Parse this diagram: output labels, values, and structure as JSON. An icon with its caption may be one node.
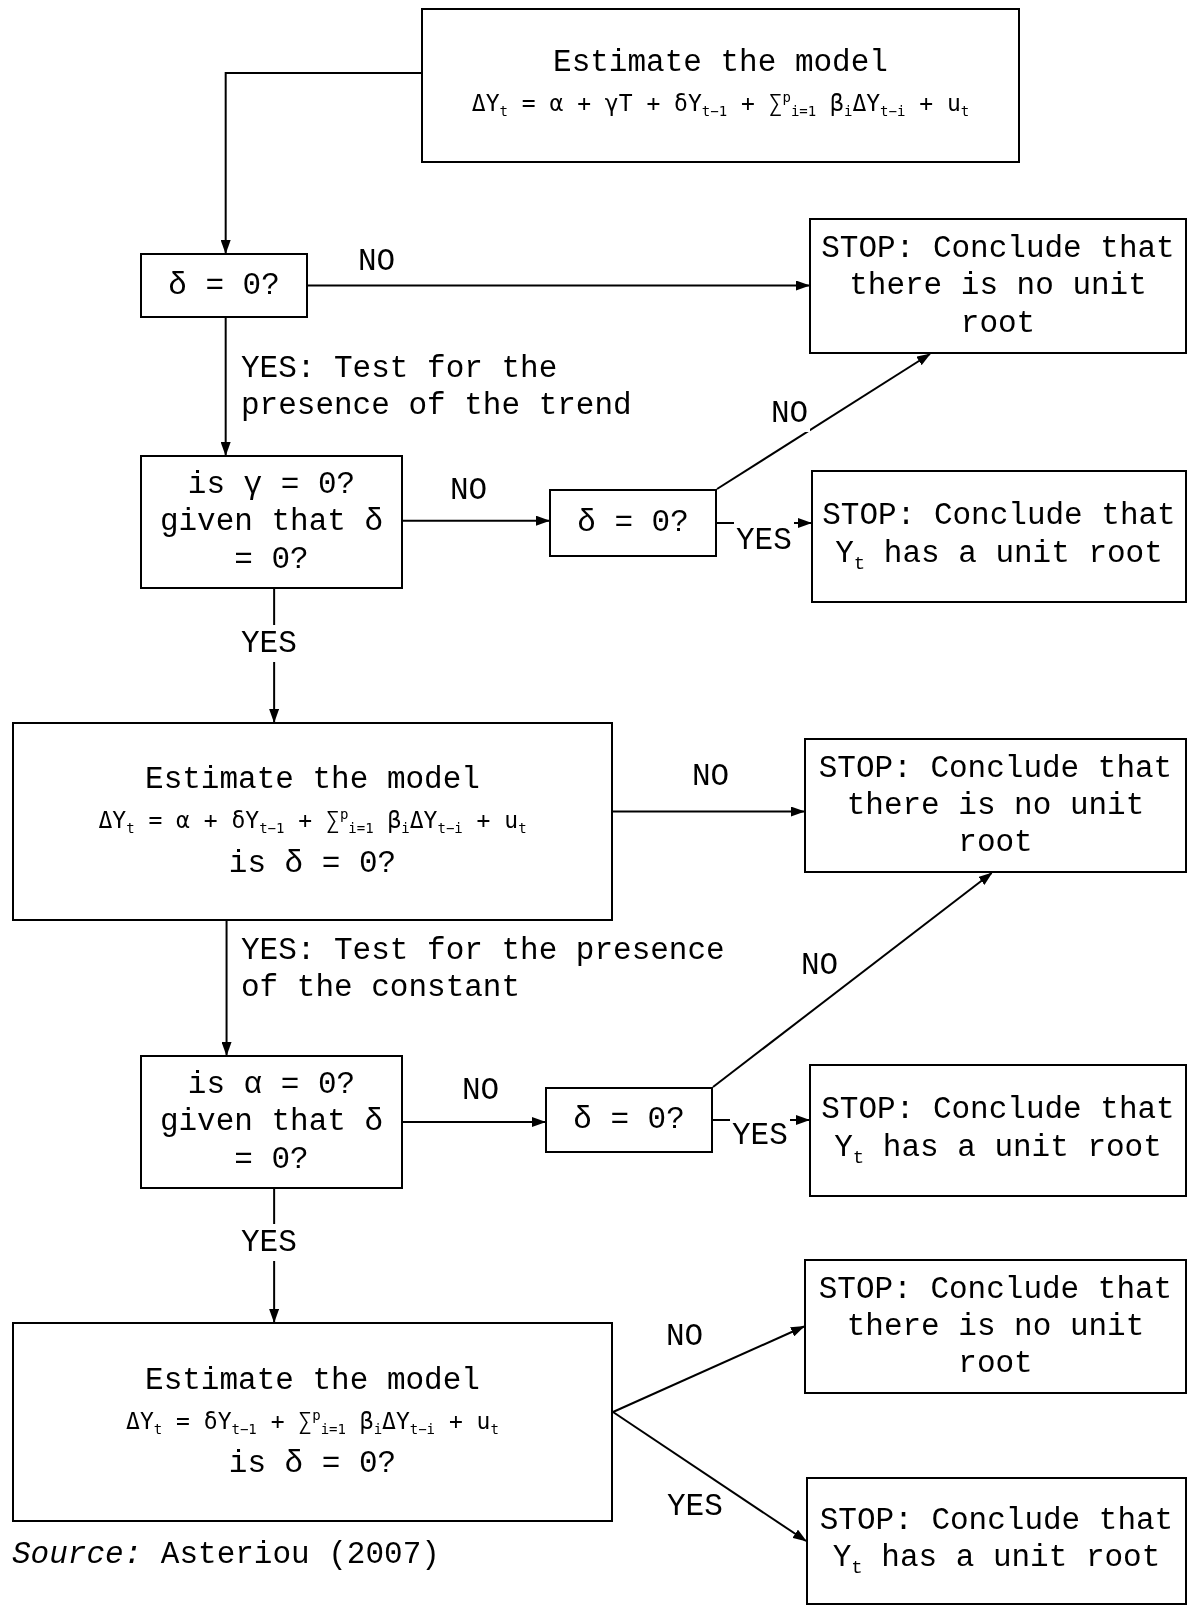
{
  "diagram": {
    "nodes": [
      {
        "text": [
          "Estimate the model",
          "ΔY$_{t}$ = α + γT + δY$_{t−1}$ + ∑$^{p}$$_{i=1}$ β$_{i}$ΔY$_{t−i}$ + u$_{t}$"
        ]
      },
      {
        "text": [
          "δ = 0?"
        ]
      },
      {
        "text": [
          "STOP: Conclude that there is no unit root"
        ]
      },
      {
        "text": [
          "is γ = 0? given that δ = 0?"
        ]
      },
      {
        "text": [
          "δ = 0?"
        ]
      },
      {
        "text": [
          "STOP: Conclude that Y$_{t}$ has a unit root"
        ]
      },
      {
        "text": [
          "Estimate the model",
          "ΔY$_{t}$ = α + δY$_{t−1}$ + ∑$^{p}$$_{i=1}$ β$_{i}$ΔY$_{t−i}$ + u$_{t}$",
          "is δ = 0?"
        ]
      },
      {
        "text": [
          "STOP: Conclude that there is no unit root"
        ]
      },
      {
        "text": [
          "is α = 0? given that δ = 0?"
        ]
      },
      {
        "text": [
          "δ = 0?"
        ]
      },
      {
        "text": [
          "STOP: Conclude that Y$_{t}$ has a unit root"
        ]
      },
      {
        "text": [
          "STOP: Conclude that there is no unit root"
        ]
      },
      {
        "text": [
          "Estimate the model",
          "ΔY$_{t}$ = δY$_{t−1}$ + ∑$^{p}$$_{i=1}$ β$_{i}$ΔY$_{t−i}$ + u$_{t}$",
          "is δ = 0?"
        ]
      },
      {
        "text": [
          "STOP: Conclude that Y$_{t}$ has a unit root"
        ]
      }
    ],
    "edges": [
      {
        "from": 0,
        "to": 1,
        "arrow": "to"
      },
      {
        "from": 1,
        "to": 2,
        "arrow": "to",
        "label": "NO"
      },
      {
        "from": 1,
        "to": 3,
        "arrow": "to",
        "label": "YES: Test for the presence of the trend"
      },
      {
        "from": 3,
        "to": 4,
        "arrow": "to",
        "label": "NO"
      },
      {
        "from": 4,
        "to": 2,
        "arrow": "to",
        "label": "NO"
      },
      {
        "from": 4,
        "to": 5,
        "arrow": "to",
        "label": "YES"
      },
      {
        "from": 3,
        "to": 6,
        "arrow": "to",
        "label": "YES"
      },
      {
        "from": 6,
        "to": 7,
        "arrow": "to",
        "label": "NO"
      },
      {
        "from": 6,
        "to": 8,
        "arrow": "to",
        "label": "YES: Test for the presence of the constant"
      },
      {
        "from": 8,
        "to": 9,
        "arrow": "to",
        "label": "NO"
      },
      {
        "from": 9,
        "to": 7,
        "arrow": "to",
        "label": "NO"
      },
      {
        "from": 9,
        "to": 10,
        "arrow": "to",
        "label": "YES"
      },
      {
        "from": 8,
        "to": 12,
        "arrow": "to",
        "label": "YES"
      },
      {
        "from": 12,
        "to": 11,
        "arrow": "to",
        "label": "NO"
      },
      {
        "from": 12,
        "to": 13,
        "arrow": "to",
        "label": "YES"
      }
    ],
    "labels": [
      "*Source:* Asteriou (2007)"
    ]
  }
}
